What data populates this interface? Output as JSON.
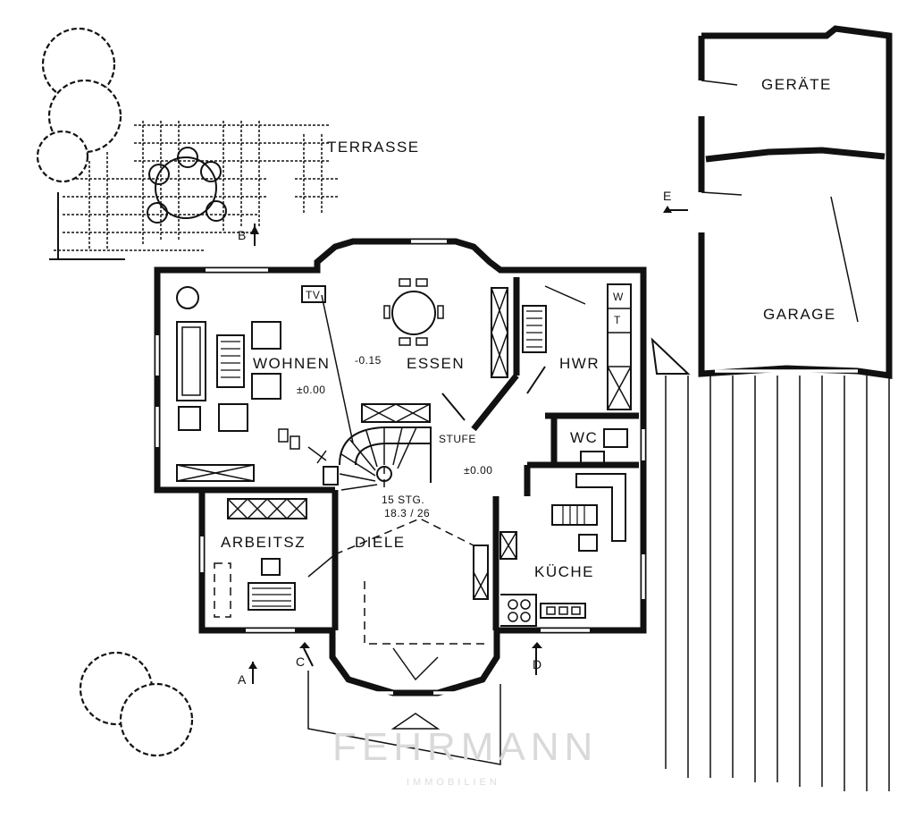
{
  "rooms": {
    "terrasse": "TERRASSE",
    "geraete": "GERÄTE",
    "garage": "GARAGE",
    "wohnen": "WOHNEN",
    "essen": "ESSEN",
    "hwr": "HWR",
    "wc": "WC",
    "arbeitsz": "ARBEITSZ",
    "diele": "DIELE",
    "kueche": "KÜCHE"
  },
  "fixtures": {
    "tv": "TV",
    "washer": "W",
    "dryer": "T",
    "stufe": "STUFE"
  },
  "stair": {
    "count": "15 STG.",
    "ratio": "18.3 / 26"
  },
  "levels": {
    "wohnen": "±0.00",
    "essen": "-0.15",
    "diele": "±0.00"
  },
  "section_marks": {
    "a": "A",
    "b": "B",
    "c": "C",
    "d": "D",
    "e": "E"
  },
  "watermark": {
    "name": "FEHRMANN",
    "sub": "IMMOBILIEN"
  }
}
